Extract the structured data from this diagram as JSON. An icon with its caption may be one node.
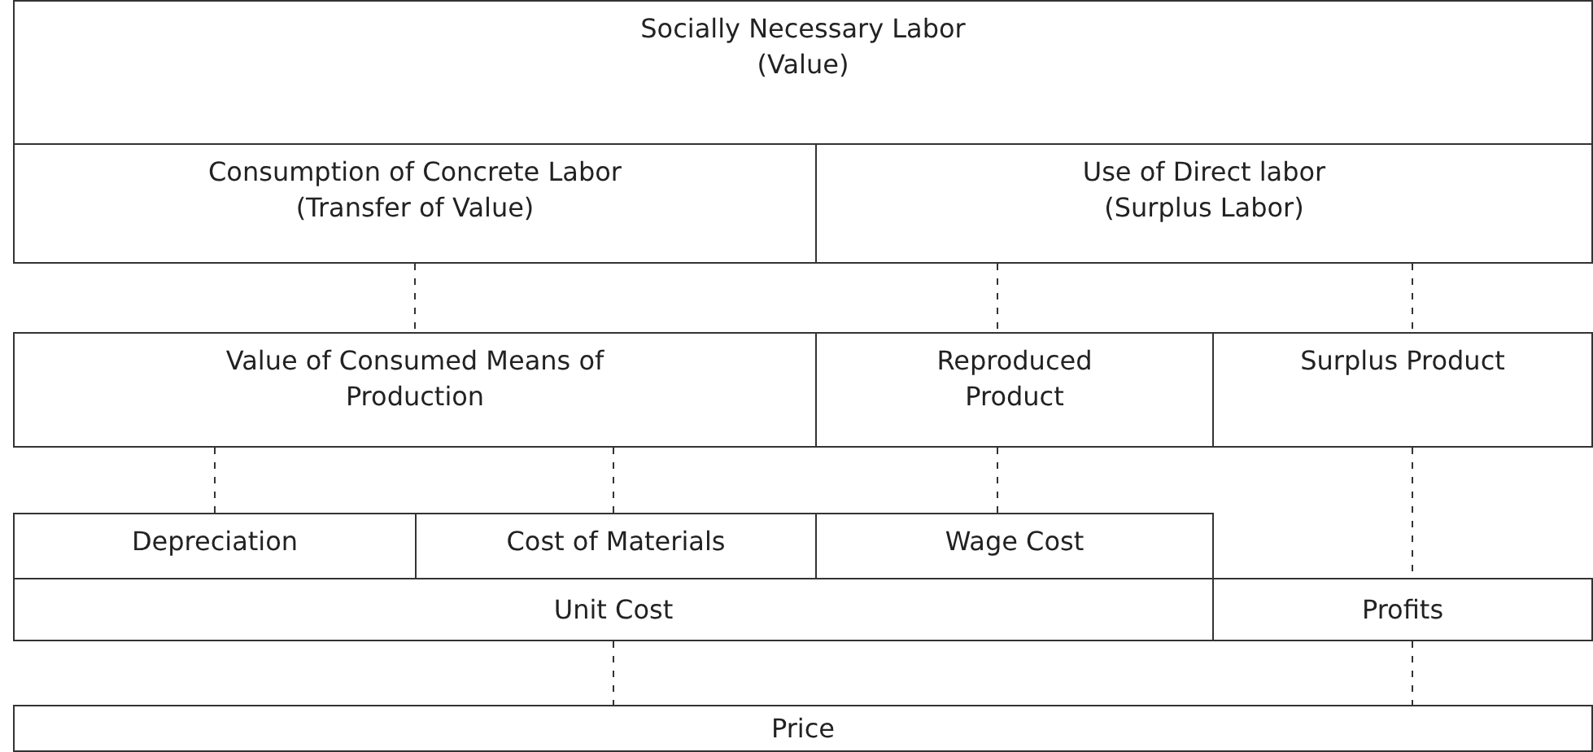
{
  "diagram": {
    "nodes": [
      {
        "text": [
          "Socially Necessary Labor",
          "(Value)"
        ]
      },
      {
        "text": [
          "Consumption of Concrete Labor",
          "(Transfer of Value)"
        ]
      },
      {
        "text": [
          "Use of Direct labor",
          "(Surplus Labor)"
        ]
      },
      {
        "text": [
          "Value of Consumed Means of Production"
        ]
      },
      {
        "text": [
          "Reproduced Product"
        ]
      },
      {
        "text": [
          "Surplus Product"
        ]
      },
      {
        "text": [
          "Depreciation"
        ]
      },
      {
        "text": [
          "Cost of Materials"
        ]
      },
      {
        "text": [
          "Wage Cost"
        ]
      },
      {
        "text": [
          "Unit Cost"
        ]
      },
      {
        "text": [
          "Profits"
        ]
      },
      {
        "text": [
          "Price"
        ]
      }
    ],
    "edges": [
      {
        "from": 1,
        "to": 3,
        "arrow": "none",
        "style": "dashed"
      },
      {
        "from": 2,
        "to": 4,
        "arrow": "none",
        "style": "dashed"
      },
      {
        "from": 2,
        "to": 5,
        "arrow": "none",
        "style": "dashed"
      },
      {
        "from": 3,
        "to": 6,
        "arrow": "none",
        "style": "dashed"
      },
      {
        "from": 3,
        "to": 7,
        "arrow": "none",
        "style": "dashed"
      },
      {
        "from": 4,
        "to": 8,
        "arrow": "none",
        "style": "dashed"
      },
      {
        "from": 5,
        "to": 10,
        "arrow": "none",
        "style": "dashed"
      },
      {
        "from": 9,
        "to": 11,
        "arrow": "none",
        "style": "dashed"
      },
      {
        "from": 10,
        "to": 11,
        "arrow": "none",
        "style": "dashed"
      }
    ]
  }
}
